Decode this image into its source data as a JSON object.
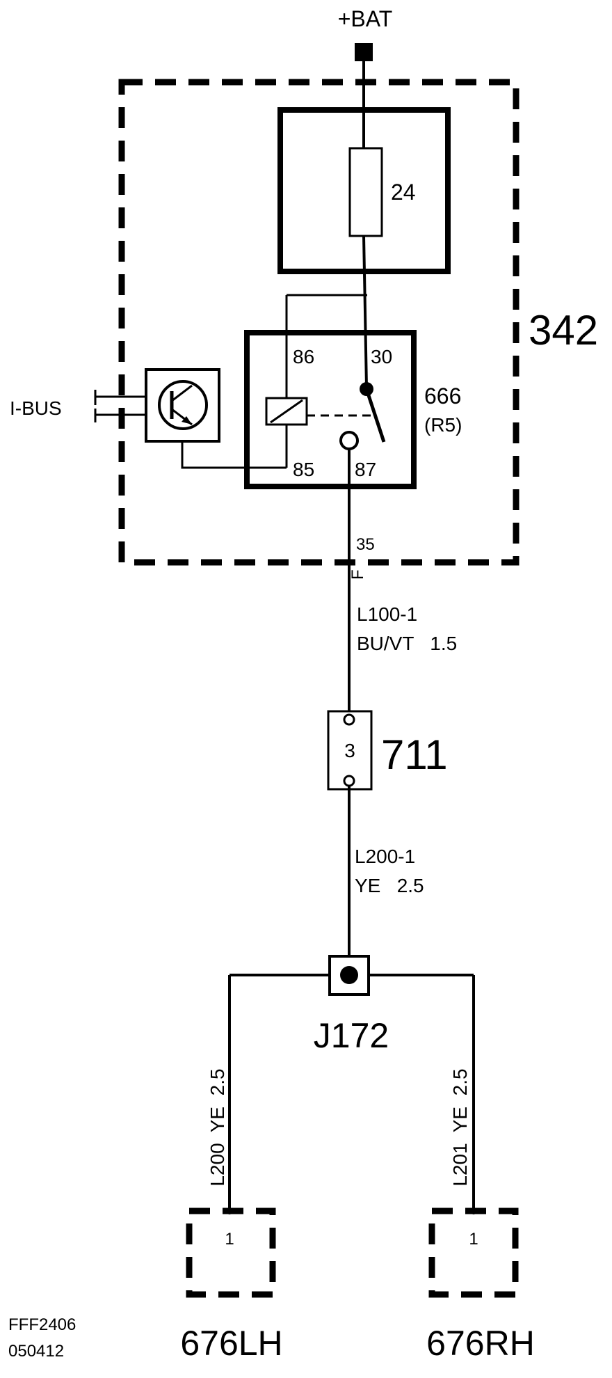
{
  "supply": {
    "label": "+BAT"
  },
  "module": {
    "id": "342"
  },
  "fuse": {
    "number": "24"
  },
  "relay": {
    "id": "666",
    "ref": "(R5)",
    "pins": {
      "p86": "86",
      "p30": "30",
      "p85": "85",
      "p87": "87"
    }
  },
  "bus": {
    "label": "I-BUS"
  },
  "pin_f35": {
    "number": "35",
    "letter": "F"
  },
  "wire_l100": {
    "code": "L100-1",
    "spec": "BU/VT   1.5"
  },
  "connector_711": {
    "id": "711",
    "pin": "3"
  },
  "wire_l200_1": {
    "code": "L200-1",
    "spec": "YE   2.5"
  },
  "splice": {
    "id": "J172"
  },
  "wire_l200": {
    "label": "L200  YE  2.5"
  },
  "wire_l201": {
    "label": "L201  YE  2.5"
  },
  "lamp_lh": {
    "id": "676LH",
    "pin": "1"
  },
  "lamp_rh": {
    "id": "676RH",
    "pin": "1"
  },
  "footer": {
    "code": "FFF2406",
    "date": "050412"
  }
}
